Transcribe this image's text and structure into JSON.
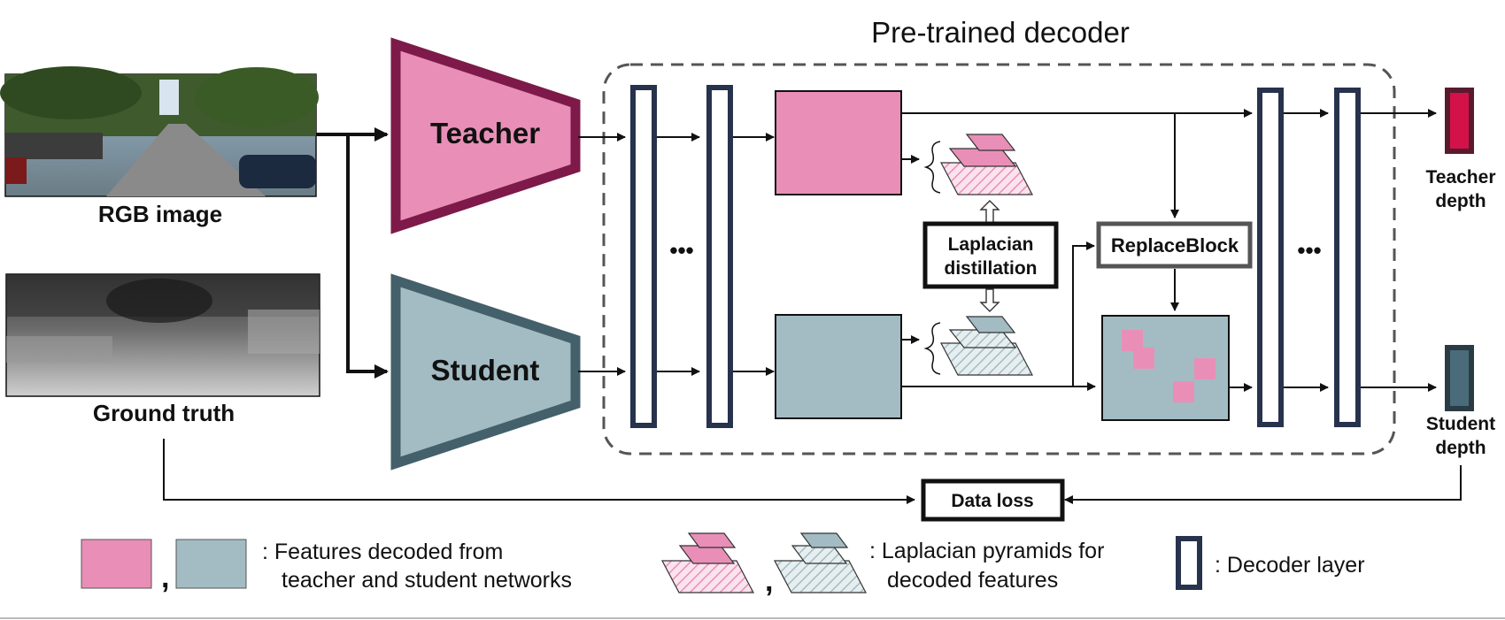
{
  "title": "Pre-trained decoder",
  "inputs": {
    "rgb_label": "RGB image",
    "gt_label": "Ground truth"
  },
  "encoders": {
    "teacher": "Teacher",
    "student": "Student"
  },
  "blocks": {
    "laplacian_line1": "Laplacian",
    "laplacian_line2": "distillation",
    "replace": "ReplaceBlock",
    "data_loss": "Data loss",
    "ellipsis": "•••"
  },
  "outputs": {
    "teacher_line1": "Teacher",
    "teacher_line2": "depth",
    "student_line1": "Student",
    "student_line2": "depth"
  },
  "legend": {
    "features_line1": ": Features decoded from",
    "features_line2": "teacher and student networks",
    "pyramids_line1": ": Laplacian pyramids for",
    "pyramids_line2": "decoded features",
    "decoder_layer": ": Decoder layer",
    "comma": ","
  },
  "colors": {
    "teacher_fill": "#e98fb7",
    "teacher_border": "#7d1a4a",
    "student_fill": "#a3bcc3",
    "student_border": "#44606a",
    "decoder_border": "#27324d",
    "teacher_depth": "#d3124a",
    "student_depth": "#4a6b7a"
  }
}
